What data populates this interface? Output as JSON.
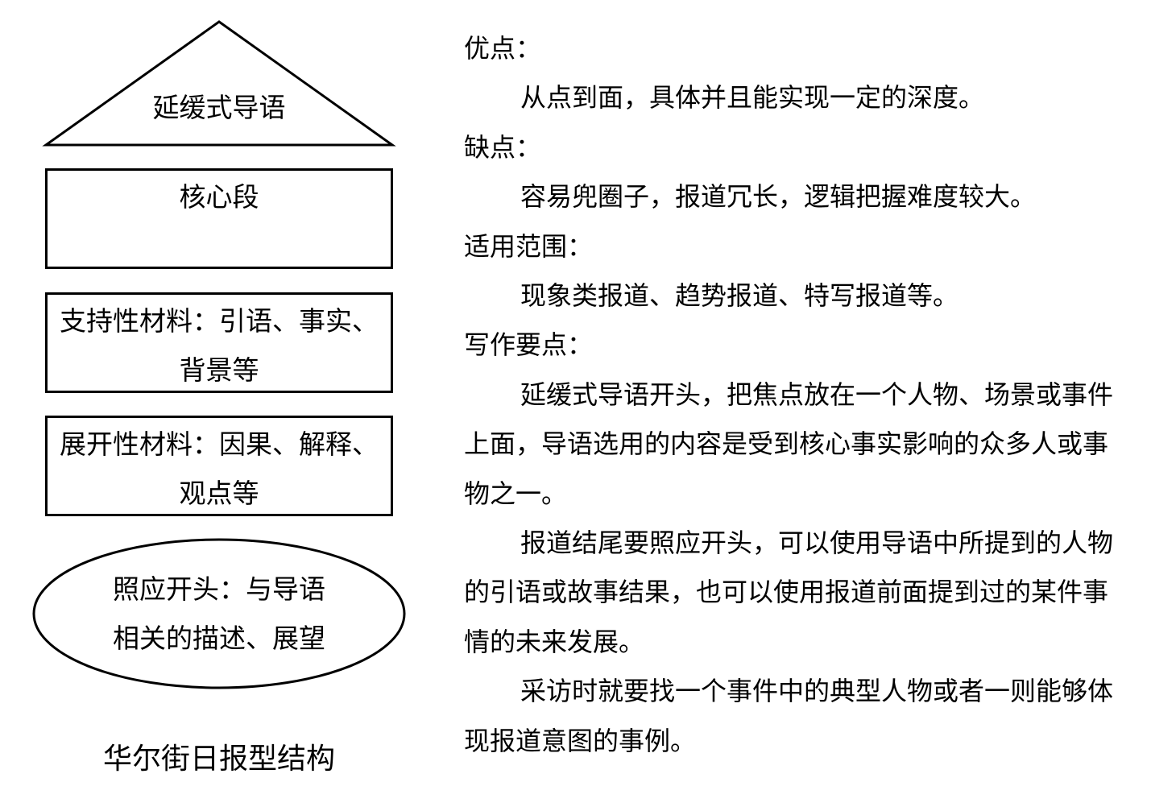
{
  "diagram": {
    "triangle_label": "延缓式导语",
    "core_box_label": "核心段",
    "support_box": {
      "line1": "支持性材料：引语、事实、",
      "line2": "背景等"
    },
    "expand_box": {
      "line1": "展开性材料：因果、解释、",
      "line2": "观点等"
    },
    "ellipse": {
      "line1": "照应开头：与导语",
      "line2": "相关的描述、展望"
    },
    "caption": "华尔街日报型结构"
  },
  "notes": {
    "advantages_heading": "优点：",
    "advantages_text": "从点到面，具体并且能实现一定的深度。",
    "disadvantages_heading": "缺点：",
    "disadvantages_text": "容易兜圈子，报道冗长，逻辑把握难度较大。",
    "scope_heading": "适用范围：",
    "scope_text": "现象类报道、趋势报道、特写报道等。",
    "tips_heading": "写作要点：",
    "tips_paragraphs": [
      "延缓式导语开头，把焦点放在一个人物、场景或事件上面，导语选用的内容是受到核心事实影响的众多人或事物之一。",
      "报道结尾要照应开头，可以使用导语中所提到的人物的引语或故事结果，也可以使用报道前面提到过的某件事情的未来发展。",
      "采访时就要找一个事件中的典型人物或者一则能够体现报道意图的事例。"
    ]
  }
}
